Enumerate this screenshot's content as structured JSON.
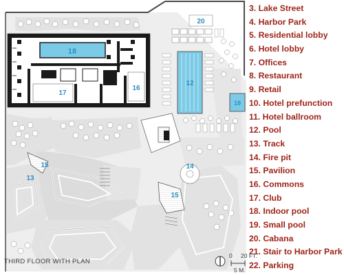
{
  "legend": [
    {
      "num": "3.",
      "label": "Lake Street"
    },
    {
      "num": "4.",
      "label": "Harbor Park"
    },
    {
      "num": "5.",
      "label": "Residential lobby"
    },
    {
      "num": "6.",
      "label": "Hotel lobby"
    },
    {
      "num": "7.",
      "label": "Offices"
    },
    {
      "num": "8.",
      "label": "Restaurant"
    },
    {
      "num": "9.",
      "label": "Retail"
    },
    {
      "num": "10.",
      "label": "Hotel prefunction"
    },
    {
      "num": "11.",
      "label": "Hotel ballroom"
    },
    {
      "num": "12.",
      "label": "Pool"
    },
    {
      "num": "13.",
      "label": "Track"
    },
    {
      "num": "14.",
      "label": "Fire pit"
    },
    {
      "num": "15.",
      "label": "Pavilion"
    },
    {
      "num": "16.",
      "label": "Commons"
    },
    {
      "num": "17.",
      "label": "Club"
    },
    {
      "num": "18.",
      "label": "Indoor pool"
    },
    {
      "num": "19.",
      "label": "Small pool"
    },
    {
      "num": "20.",
      "label": "Cabana"
    },
    {
      "num": "21.",
      "label": "Stair to Harbor Park"
    },
    {
      "num": "22.",
      "label": "Parking"
    }
  ],
  "plan_labels": {
    "indoor_pool": "18",
    "club": "17",
    "commons": "16",
    "pool": "12",
    "small_pool": "19",
    "cabana": "20",
    "pavilion_west": "15",
    "pavilion_south": "15",
    "track": "13",
    "fire_pit": "14"
  },
  "caption": "THIRD FLOOR WITH PLAN",
  "scale": {
    "zero": "0",
    "feet": "20 FT.",
    "meters": "5 M."
  },
  "colors": {
    "legend_text": "#9e2418",
    "room_number": "#2b8fc2",
    "water": "#7ccbe6",
    "landscape": "#e2e2e2",
    "paving": "#eeeeee"
  }
}
